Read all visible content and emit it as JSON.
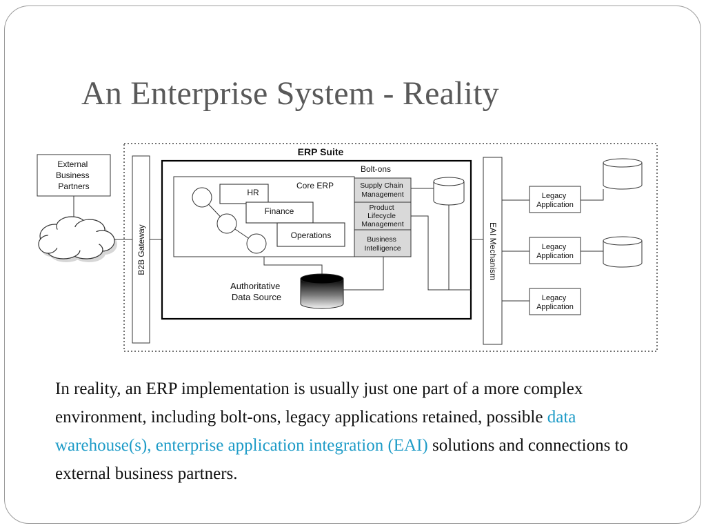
{
  "slide": {
    "title": "An Enterprise System - Reality",
    "body": {
      "part1": "In reality, an ERP implementation is usually just one part of a more complex environment, including bolt-ons, legacy applications retained, possible ",
      "highlight": "data warehouse(s), enterprise application integration (EAI)",
      "part2": " solutions and connections to external business partners.",
      "highlight_color": "#1d9bc7"
    }
  },
  "diagram": {
    "suite_label": "ERP Suite",
    "external_partners": [
      "External",
      "Business",
      "Partners"
    ],
    "b2b_gateway": "B2B Gateway",
    "boltons_label": "Bolt-ons",
    "core_erp_label": "Core ERP",
    "modules": {
      "hr": "HR",
      "finance": "Finance",
      "operations": "Operations"
    },
    "boltons": {
      "supply_chain": [
        "Supply Chain",
        "Management"
      ],
      "plm": [
        "Product",
        "Lifecycle",
        "Management"
      ],
      "bi": [
        "Business",
        "Intelligence"
      ]
    },
    "auth_data_source": [
      "Authoritative",
      "Data Source"
    ],
    "eai_mechanism": "EAI Mechanism",
    "legacy_apps": [
      [
        "Legacy",
        "Application"
      ],
      [
        "Legacy",
        "Application"
      ],
      [
        "Legacy",
        "Application"
      ]
    ]
  }
}
